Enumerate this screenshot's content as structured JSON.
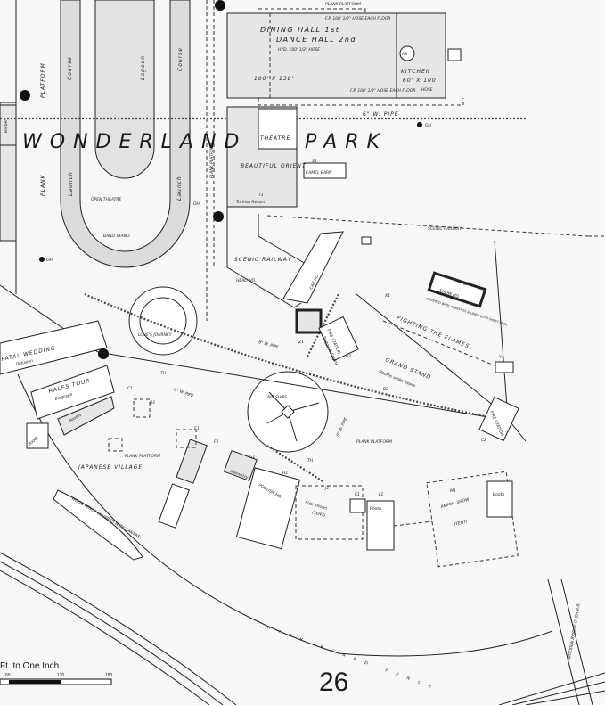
{
  "title": "WONDERLAND PARK",
  "page_number": "26",
  "scale": {
    "label": "Ft. to One Inch.",
    "ticks": [
      "60",
      "120",
      "180"
    ]
  },
  "labels": {
    "wonderland": "WONDERLAND",
    "park": "PARK",
    "dining_hall": "DINING HALL 1st",
    "dance_hall": "DANCE HALL 2nd",
    "dining_dims": "100' X 138'",
    "kitchen": "KITCHEN",
    "kitchen_dims": "60' X 100'",
    "as": "AS",
    "plank_platform_top": "PLANK PLATFORM",
    "hose_each_floor": "F.P. 100' 1/2\" HOSE EACH FLOOR",
    "hose_each_floor2": "F.P. 100' 1/2\" HOSE EACH FLOOR",
    "hyd_hose": "HYD. 100' 1/2\" HOSE",
    "hose": "HOSE",
    "wp_pipe_top": "6\" W. PIPE",
    "oh1": "OH",
    "oh2": "OH",
    "oh3": "OH",
    "theatre": "THEATRE",
    "beautiful_orient": "BEAUTIFUL ORIENT",
    "turkish_resort": "Turkish Resort",
    "camel_barn": "CAMEL BARN",
    "scenic_railway": "SCENIC RAILWAY",
    "scenic_railway_track": "SCENIC RAILWAY",
    "head_ho": "HEAD HO.",
    "car_ho": "CAR HO.",
    "lagoon": "Lagoon",
    "course_left": "Course",
    "course_right": "Course",
    "launch_left": "Launch",
    "launch_right": "Launch",
    "platform_left": "PLATFORM",
    "plank_left": "PLANK",
    "plank_platform_v": "PLANK PLATFORM",
    "open_theatre": "OPEN THEATRE",
    "band_stand": "BAND STAND",
    "loves_journey": "LOVE'S JOURNEY",
    "fatal_wedding": "FATAL WEDDING",
    "delusion": "Delusion",
    "hales_tour": "HALES TOUR",
    "biograph": "Biograph",
    "booths": "Booths",
    "japanese_village": "JAPANESE VILLAGE",
    "plank_platform_jv": "PLANK PLATFORM",
    "wood_fence": "WOOD FENCE COVERED WITH CANVAS",
    "wp_pipe_mid": "8\" W. PIPE",
    "wp_pipe_right": "8\" W. PIPE",
    "wp_pipe_rv": "8\" W. PIPE",
    "air_ships": "AIR SHIPS",
    "fighting_flames": "FIGHTING THE FLAMES",
    "show_ho": "SHOW HO.",
    "show_note": "COVERED WITH ASBESTOS & LINED WITH SHEET IRON",
    "fire_station_1": "FIRE STATION",
    "buggy_engine": "Buggy & Engine",
    "fire_station_2": "FIRE STATION",
    "grand_stand": "GRAND STAND",
    "booths_under_seats": "Booths under seats",
    "plank_platform_mid": "PLANK PLATFORM",
    "foolish_ho": "FOOLISH HO.",
    "palmistry": "Palmistry",
    "side_shows": "Side Shows",
    "tent1": "(TENT)",
    "photo": "Photo.",
    "animal_show": "ANIMAL SHOW",
    "tent2": "(TENT)",
    "booth": "Booth",
    "high_board_fence": "HIGH BOARD FENCE",
    "wooden_bridge": "WOODEN BRIDGE OVER R.R.",
    "barber": "Barber",
    "booth_left": "Booth",
    "z1": "Z1",
    "a2": "A2",
    "b2": "B2",
    "c2": "C2",
    "w1": "W1",
    "x1": "X1",
    "y1": "Y1",
    "c1": "C1",
    "d1": "D1",
    "e1": "E1",
    "f1": "F1",
    "g1": "G1",
    "h1": "H1",
    "j1": "J1",
    "k1": "K1",
    "l1": "L1",
    "m1": "M1",
    "s1": "S1",
    "t1": "T1",
    "th1": "TH",
    "th2": "TH"
  }
}
